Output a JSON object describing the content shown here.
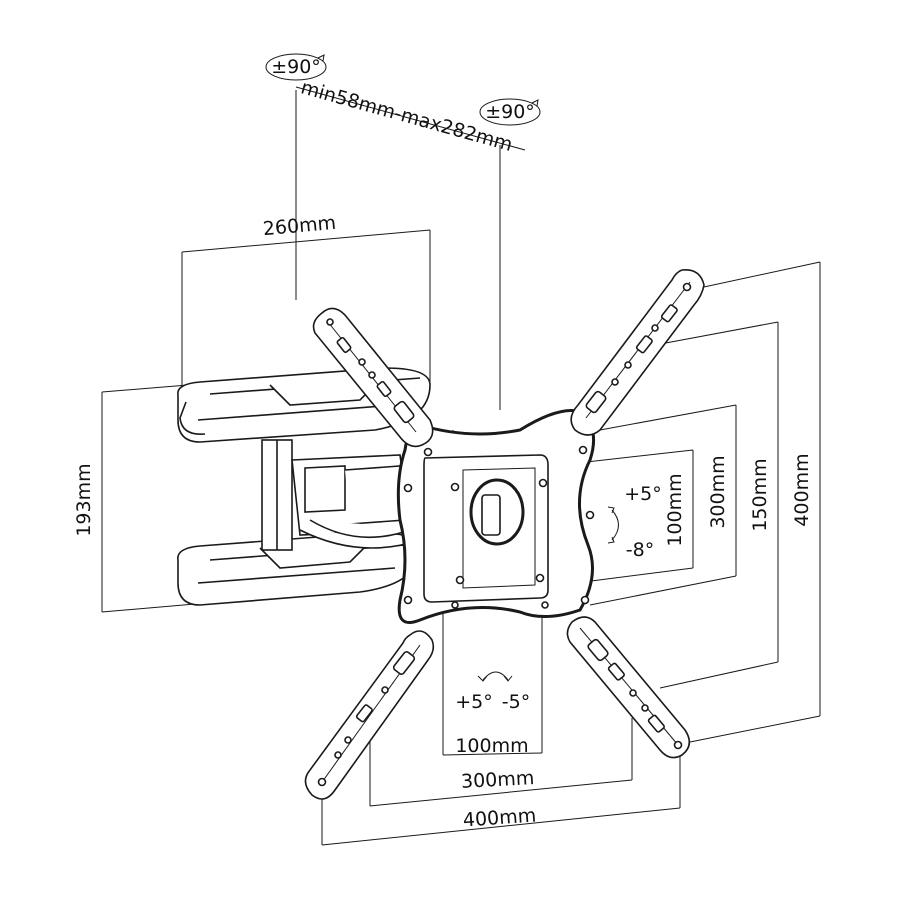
{
  "rotation": {
    "left": "±90°",
    "right": "±90°"
  },
  "extension": "min58mm-max282mm",
  "dimensions": {
    "wall_plate_width": "260mm",
    "wall_plate_height": "193mm",
    "vesa_horizontal_small": "100mm",
    "vesa_horizontal_medium": "300mm",
    "vesa_horizontal_large": "400mm",
    "vesa_vertical_small": "100mm",
    "vesa_vertical_medium": "150mm",
    "vesa_vertical_large": "300mm",
    "vesa_vertical_xl": "400mm"
  },
  "tilt": {
    "up": "+5°",
    "down": "-8°"
  },
  "swivel": {
    "left": "+5°",
    "right": "-5°"
  }
}
